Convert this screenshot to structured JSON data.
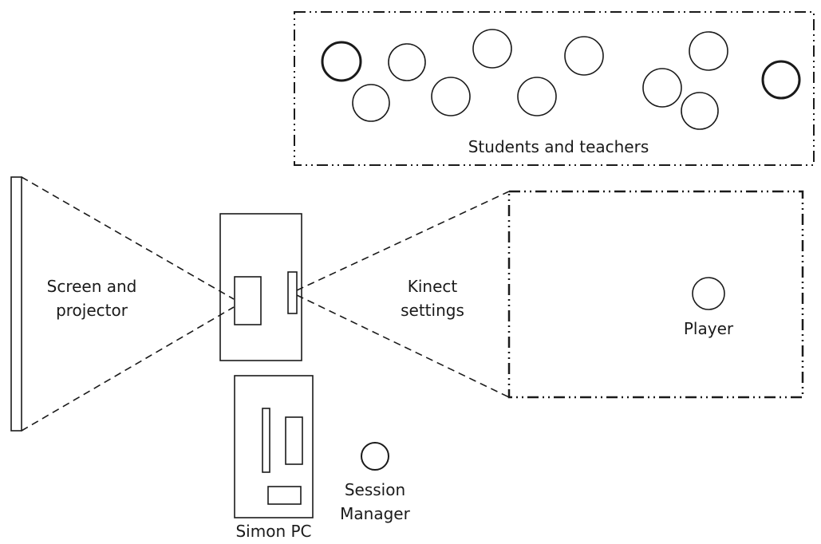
{
  "labels": {
    "audience": "Students and teachers",
    "screen_line1": "Screen and",
    "screen_line2": "projector",
    "kinect_line1": "Kinect",
    "kinect_line2": "settings",
    "player": "Player",
    "simon_pc": "Simon PC",
    "session_line1": "Session",
    "session_line2": "Manager"
  },
  "colors": {
    "stroke": "#1a1a1a",
    "background": "#ffffff"
  }
}
